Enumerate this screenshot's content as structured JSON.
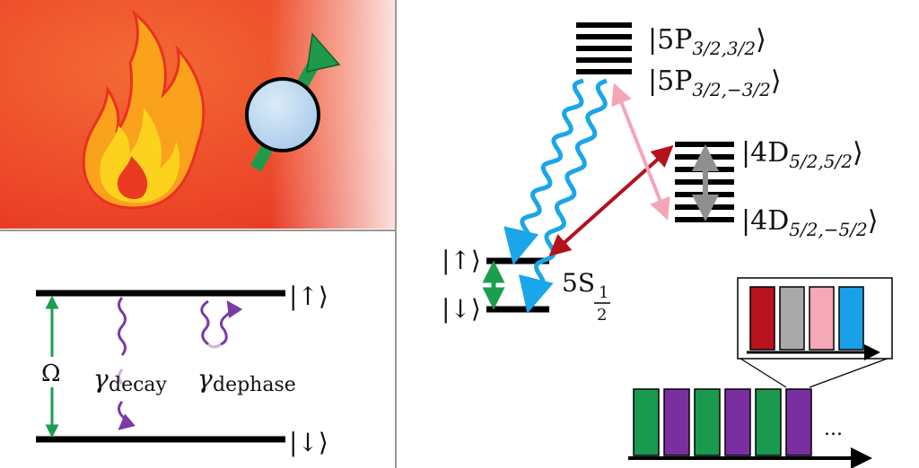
{
  "levels": {
    "p_upper": "|5P",
    "p_upper_sub": "3/2,3/2",
    "p_lower": "|5P",
    "p_lower_sub": "3/2,−3/2",
    "d_upper": "|4D",
    "d_upper_sub": "5/2,5/2",
    "d_lower": "|4D",
    "d_lower_sub": "5/2,−5/2",
    "ket_close": "⟩",
    "ground_up": "|↑⟩",
    "ground_down": "|↓⟩",
    "ground_name": "5S",
    "ground_sub_num": "1",
    "ground_sub_den": "2"
  },
  "two_level": {
    "up": "|↑⟩",
    "down": "|↓⟩",
    "rabi": "Ω",
    "decay": "γ",
    "decay_sub": "decay",
    "dephase": "γ",
    "dephase_sub": "dephase"
  },
  "sequence": {
    "ellipsis": "...",
    "bars": [
      "#1a9a4e",
      "#7a2fa0",
      "#1a9a4e",
      "#7a2fa0",
      "#1a9a4e",
      "#7a2fa0"
    ],
    "zoom_bars": [
      "#b8121e",
      "#a9a9a9",
      "#f7a8b8",
      "#19a0e8"
    ]
  },
  "colors": {
    "fire_bg": "#ee4a2a",
    "spin_arrow": "#1f9a4a",
    "spin_ball": "#bcd9f2",
    "decay_blue": "#19a6ea",
    "dark_red": "#b3121c",
    "pink": "#f3a6b8",
    "grey": "#8f8f8f",
    "green": "#1c9e4f",
    "purple": "#7a3aa8"
  }
}
